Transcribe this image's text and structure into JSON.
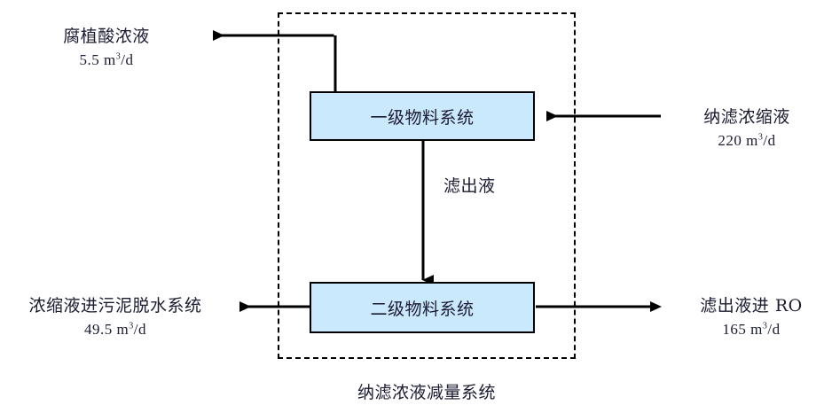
{
  "diagram": {
    "title": "纳滤浓液减量系统",
    "colors": {
      "box_fill": "#cbe9fc",
      "box_border": "#000000",
      "text": "#1b1b32",
      "frame_border": "#000000",
      "background": "#ffffff"
    },
    "boundary_label": "纳滤浓液减量系统",
    "nodes": [
      {
        "id": "primary-material-system",
        "label": "一级物料系统"
      },
      {
        "id": "secondary-material-system",
        "label": "二级物料系统"
      }
    ],
    "flows": [
      {
        "id": "humic-acid-output",
        "name": "腐植酸浓液",
        "value": "5.5",
        "unit_number": "5.5",
        "unit_sup": "3",
        "unit_pre": "m",
        "unit_post": "/d",
        "rate": "5.5 m3/d",
        "direction": "out-left-top"
      },
      {
        "id": "nanofiltration-concentrate-input",
        "name": "纳滤浓缩液",
        "value": "220",
        "unit_number": "220",
        "unit_sup": "3",
        "unit_pre": "m",
        "unit_post": "/d",
        "rate": "220 m3/d",
        "direction": "in-right-top"
      },
      {
        "id": "filtrate-internal",
        "name": "滤出液",
        "value": "",
        "rate": "",
        "direction": "down-internal"
      },
      {
        "id": "concentrate-to-sludge-dewatering",
        "name": "浓缩液进污泥脱水系统",
        "value": "49.5",
        "unit_number": "49.5",
        "unit_sup": "3",
        "unit_pre": "m",
        "unit_post": "/d",
        "rate": "49.5 m3/d",
        "direction": "out-left-bottom"
      },
      {
        "id": "filtrate-to-ro",
        "name": "滤出液进 RO",
        "value": "165",
        "unit_number": "165",
        "unit_sup": "3",
        "unit_pre": "m",
        "unit_post": "/d",
        "rate": "165 m3/d",
        "direction": "out-right-bottom"
      }
    ]
  }
}
